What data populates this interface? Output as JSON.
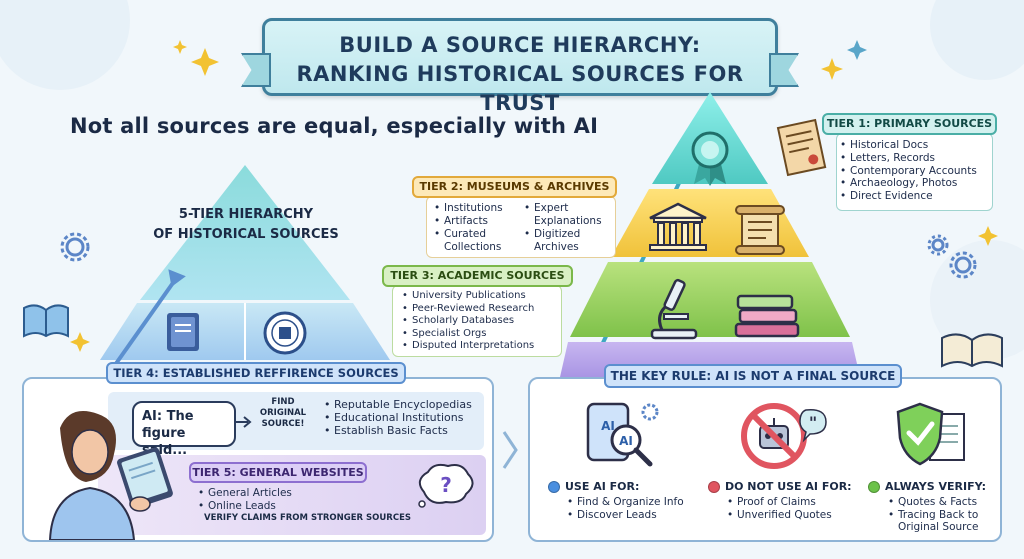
{
  "title": {
    "line1": "BUILD A SOURCE HIERARCHY:",
    "line2": "RANKING HISTORICAL SOURCES FOR TRUST"
  },
  "subtitle": "Not all sources are equal, especially with AI",
  "left_pyramid": {
    "label_line1": "5-TIER HIERARCHY",
    "label_line2": "OF HISTORICAL SOURCES"
  },
  "tier1": {
    "heading": "TIER 1: PRIMARY SOURCES",
    "items": [
      "Historical Docs",
      "Letters, Records",
      "Contemporary Accounts",
      "Archaeology, Photos",
      "Direct Evidence"
    ]
  },
  "tier2": {
    "heading": "TIER 2: MUSEUMS & ARCHIVES",
    "col1": [
      "Institutions",
      "Artifacts",
      "Curated Collections"
    ],
    "col2": [
      "Expert Explanations",
      "Digitized Archives"
    ]
  },
  "tier3": {
    "heading": "TIER 3: ACADEMIC SOURCES",
    "items": [
      "University Publications",
      "Peer-Reviewed Research",
      "Scholarly Databases",
      "Specialist Orgs",
      "Disputed Interpretations"
    ]
  },
  "tier4": {
    "heading": "TIER 4: ESTABLISHED REFFIRENCE SOURCES",
    "speech": "AI: The figure said...",
    "find_text": "FIND ORIGINAL SOURCE!",
    "items": [
      "Reputable Encyclopedias",
      "Educational Institutions",
      "Establish Basic Facts"
    ]
  },
  "tier5": {
    "heading": "TIER 5: GENERAL WEBSITES",
    "items": [
      "General Articles",
      "Online Leads"
    ],
    "note": "VERIFY CLAIMS FROM STRONGER SOURCES"
  },
  "key_rule": {
    "heading": "THE KEY RULE: AI IS NOT A FINAL SOURCE",
    "columns": [
      {
        "title": "USE AI FOR:",
        "color": "#4a8fe0",
        "items": [
          "Find & Organize Info",
          "Discover Leads"
        ],
        "icon": "ai-magnifier-icon"
      },
      {
        "title": "DO NOT USE AI FOR:",
        "color": "#e05560",
        "items": [
          "Proof of Claims",
          "Unverified Quotes"
        ],
        "icon": "no-robot-icon"
      },
      {
        "title": "ALWAYS VERIFY:",
        "color": "#6cc24a",
        "items": [
          "Quotes & Facts",
          "Tracing Back to Original Source"
        ],
        "icon": "shield-check-icon"
      }
    ]
  },
  "icons": {
    "pyramid_tier1": "award-ribbon-icon",
    "pyramid_tier1b": "certificate-icon",
    "pyramid_tier2": "museum-icon",
    "pyramid_tier2b": "scroll-icon",
    "pyramid_tier3": "microscope-icon",
    "pyramid_tier3b": "books-icon",
    "pyramid_left_book": "book-icon",
    "pyramid_left_seal": "university-seal-icon"
  }
}
